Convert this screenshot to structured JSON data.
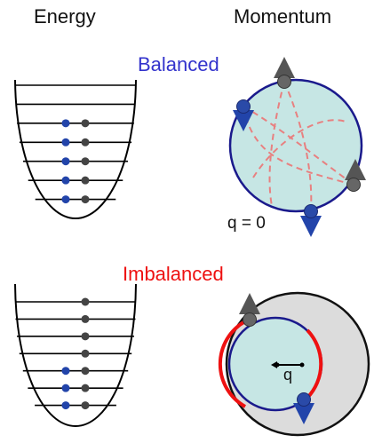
{
  "headers": {
    "energy": "Energy",
    "momentum": "Momentum"
  },
  "balanced": {
    "title": "Balanced",
    "q_label": "q = 0"
  },
  "imbalanced": {
    "title": "Imbalanced",
    "q_label": "q"
  },
  "colors": {
    "balanced_title": "#3333cc",
    "imbalanced_title": "#ee1111",
    "spin_up": "#555555",
    "spin_down": "#2244aa",
    "fermi_sphere": "#c6e6e4",
    "outer_sphere": "#dcdcdc",
    "pair_lines": "#e88080",
    "sphere_outline": "#1a1a8c",
    "mismatch_arc": "#ee1111"
  },
  "balanced_levels": [
    {
      "down": false,
      "up": false
    },
    {
      "down": false,
      "up": false
    },
    {
      "down": true,
      "up": true
    },
    {
      "down": true,
      "up": true
    },
    {
      "down": true,
      "up": true
    },
    {
      "down": true,
      "up": true
    },
    {
      "down": true,
      "up": true
    }
  ],
  "imbalanced_levels": [
    {
      "down": false,
      "up": true
    },
    {
      "down": false,
      "up": true
    },
    {
      "down": false,
      "up": true
    },
    {
      "down": false,
      "up": true
    },
    {
      "down": true,
      "up": true
    },
    {
      "down": true,
      "up": true
    },
    {
      "down": true,
      "up": true
    }
  ]
}
